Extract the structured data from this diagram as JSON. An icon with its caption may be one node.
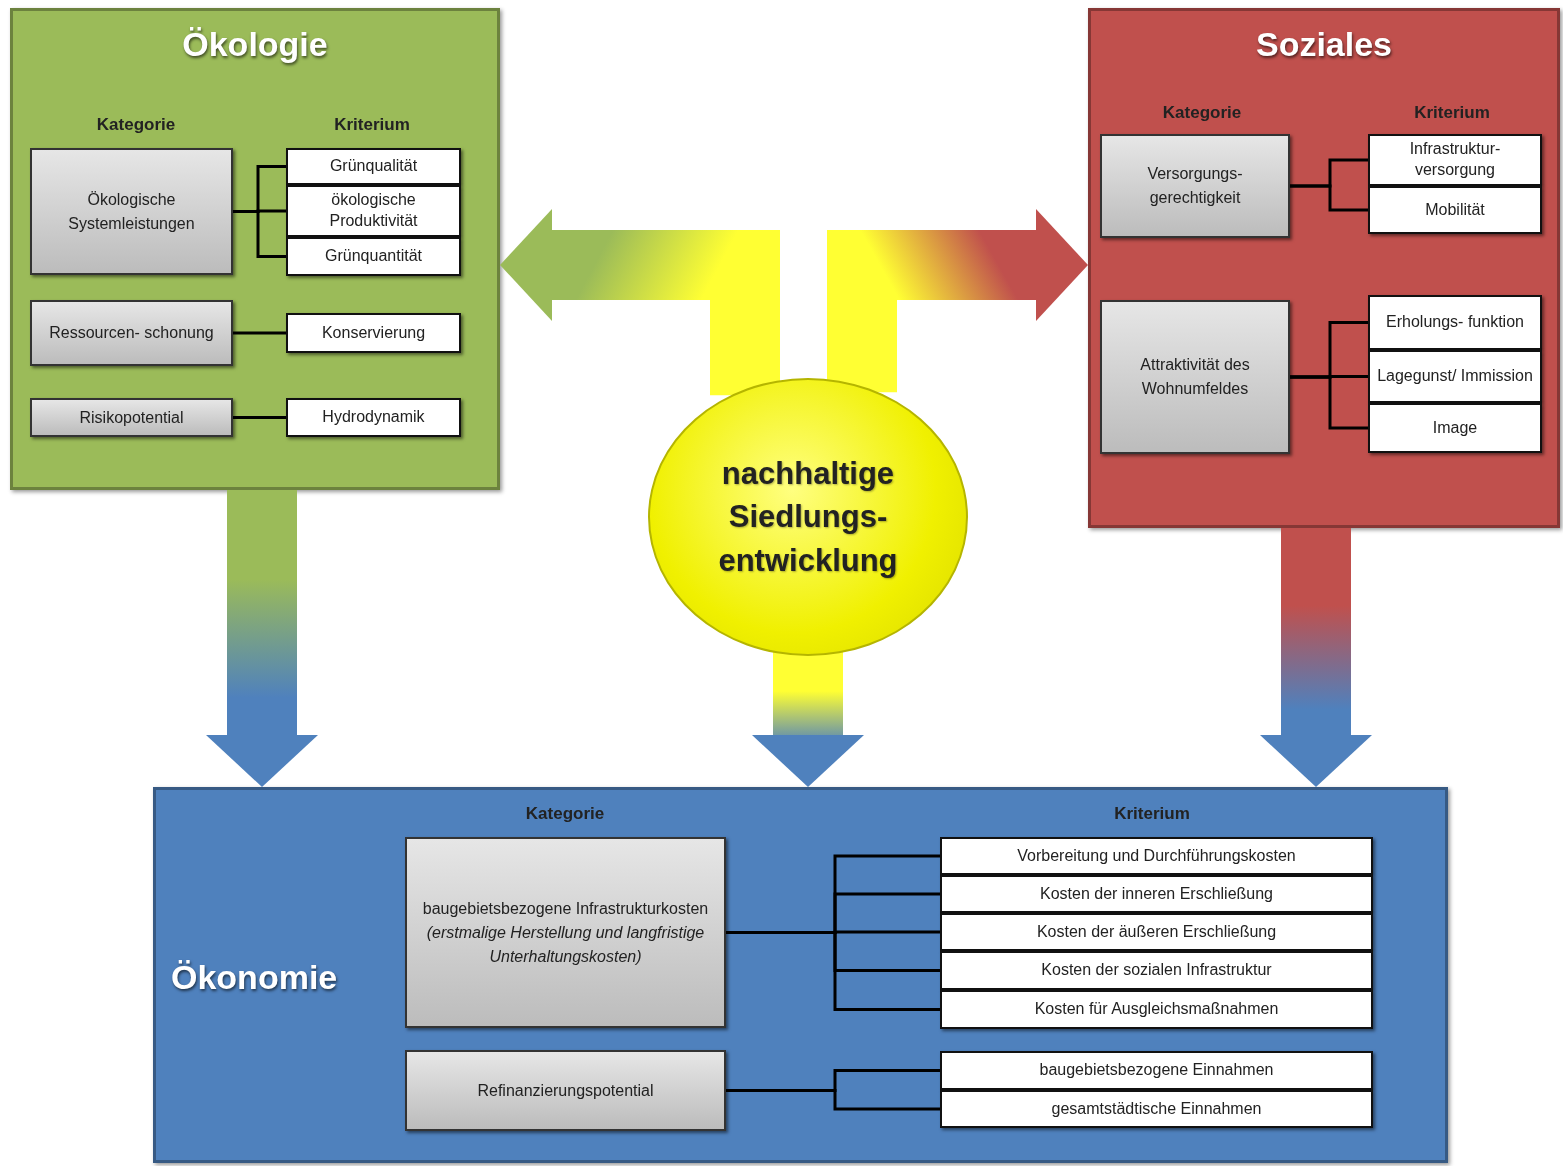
{
  "diagram": {
    "nodes": [
      {
        "text": [
          "Ökologie"
        ]
      },
      {
        "text": [
          "Ökologische Systemleistungen"
        ],
        "in": 0
      },
      {
        "text": [
          "Grünqualität"
        ],
        "in": 0
      },
      {
        "text": [
          "ökologische Produktivität"
        ],
        "in": 0
      },
      {
        "text": [
          "Grünquantität"
        ],
        "in": 0
      },
      {
        "text": [
          "Ressourcen- schonung"
        ],
        "in": 0
      },
      {
        "text": [
          "Konservierung"
        ],
        "in": 0
      },
      {
        "text": [
          "Risikopotential"
        ],
        "in": 0
      },
      {
        "text": [
          "Hydrodynamik"
        ],
        "in": 0
      },
      {
        "text": [
          "Soziales"
        ]
      },
      {
        "text": [
          "Versorgungs- gerechtigkeit"
        ],
        "in": 9
      },
      {
        "text": [
          "Infrastruktur- versorgung"
        ],
        "in": 9
      },
      {
        "text": [
          "Mobilität"
        ],
        "in": 9
      },
      {
        "text": [
          "Attraktivität des Wohnumfeldes"
        ],
        "in": 9
      },
      {
        "text": [
          "Erholungs- funktion"
        ],
        "in": 9
      },
      {
        "text": [
          "Lagegunst/ Immission"
        ],
        "in": 9
      },
      {
        "text": [
          "Image"
        ],
        "in": 9
      },
      {
        "text": [
          "nachhaltige Siedlungs- entwicklung"
        ]
      },
      {
        "text": [
          "Ökonomie"
        ]
      },
      {
        "text": [
          "baugebietsbezogene Infrastrukturkosten *(erstmalige Herstellung und langfristige Unterhaltungskosten)*"
        ],
        "in": 18
      },
      {
        "text": [
          "Vorbereitung und Durchführungskosten"
        ],
        "in": 18
      },
      {
        "text": [
          "Kosten der inneren Erschließung"
        ],
        "in": 18
      },
      {
        "text": [
          "Kosten der äußeren Erschließung"
        ],
        "in": 18
      },
      {
        "text": [
          "Kosten der sozialen Infrastruktur"
        ],
        "in": 18
      },
      {
        "text": [
          "Kosten für Ausgleichsmaßnahmen"
        ],
        "in": 18
      },
      {
        "text": [
          "Refinanzierungspotential"
        ],
        "in": 18
      },
      {
        "text": [
          "baugebietsbezogene Einnahmen"
        ],
        "in": 18
      },
      {
        "text": [
          "gesamtstädtische Einnahmen"
        ],
        "in": 18
      }
    ],
    "edges": [
      {
        "from": 1,
        "to": 2,
        "arrow": "none"
      },
      {
        "from": 1,
        "to": 3,
        "arrow": "none"
      },
      {
        "from": 1,
        "to": 4,
        "arrow": "none"
      },
      {
        "from": 5,
        "to": 6,
        "arrow": "none"
      },
      {
        "from": 7,
        "to": 8,
        "arrow": "none"
      },
      {
        "from": 10,
        "to": 11,
        "arrow": "none"
      },
      {
        "from": 10,
        "to": 12,
        "arrow": "none"
      },
      {
        "from": 13,
        "to": 14,
        "arrow": "none"
      },
      {
        "from": 13,
        "to": 15,
        "arrow": "none"
      },
      {
        "from": 13,
        "to": 16,
        "arrow": "none"
      },
      {
        "from": 19,
        "to": 20,
        "arrow": "none"
      },
      {
        "from": 19,
        "to": 21,
        "arrow": "none"
      },
      {
        "from": 19,
        "to": 22,
        "arrow": "none"
      },
      {
        "from": 19,
        "to": 23,
        "arrow": "none"
      },
      {
        "from": 19,
        "to": 24,
        "arrow": "none"
      },
      {
        "from": 25,
        "to": 26,
        "arrow": "none"
      },
      {
        "from": 25,
        "to": 27,
        "arrow": "none"
      },
      {
        "from": 17,
        "to": 0,
        "arrow": "to",
        "style": "thick",
        "color": "#9bbb59"
      },
      {
        "from": 17,
        "to": 9,
        "arrow": "to",
        "style": "thick",
        "color": "#c0504d"
      },
      {
        "from": 17,
        "to": 18,
        "arrow": "to",
        "style": "thick",
        "color": "#4f81bd"
      },
      {
        "from": 0,
        "to": 18,
        "arrow": "to",
        "style": "thick",
        "color": "#4f81bd"
      },
      {
        "from": 9,
        "to": 18,
        "arrow": "to",
        "style": "thick",
        "color": "#4f81bd"
      }
    ],
    "labels": [
      "Kategorie",
      "Kriterium",
      "Kategorie",
      "Kriterium",
      "Kategorie",
      "Kriterium"
    ]
  }
}
